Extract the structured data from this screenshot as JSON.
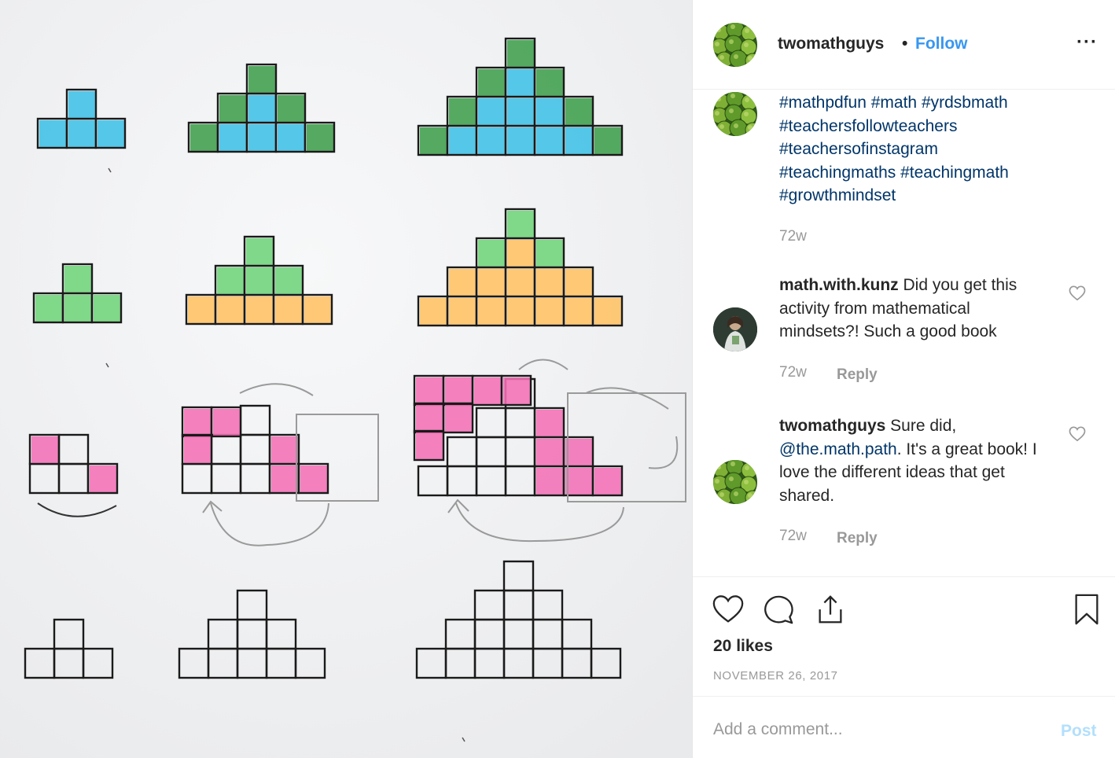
{
  "photo": {
    "description_icon": "worksheet-photo",
    "colors": {
      "blue": "#3fc0e6",
      "green": "#3f9e4c",
      "light_green": "#6fd47a",
      "orange": "#ffc163",
      "pink": "#f46fb6",
      "paper": "#f2f3f5",
      "ink": "#1a1a1a",
      "pencil": "#8f8f8f"
    }
  },
  "header": {
    "username": "twomathguys",
    "separator": "•",
    "follow_label": "Follow",
    "more_icon": "more-options-icon",
    "more_label": "···"
  },
  "caption": {
    "hashtags": [
      "#mathpdfun #math #yrdsbmath",
      "#teachersfollowteachers",
      "#teachersofinstagram",
      "#teachingmaths #teachingmath",
      "#growthmindset"
    ],
    "time": "72w"
  },
  "comments": [
    {
      "username": "math.with.kunz",
      "text": " Did you get this activity from mathematical mindsets?! Such a good book",
      "time": "72w",
      "reply_label": "Reply"
    },
    {
      "username": "twomathguys",
      "text_before": " Sure did, ",
      "mention": "@the.math.path",
      "text_after": ". It's a great book! I love the different ideas that get shared.",
      "time": "72w",
      "reply_label": "Reply"
    }
  ],
  "actions": {
    "like_icon": "heart-icon",
    "comment_icon": "comment-icon",
    "share_icon": "share-icon",
    "save_icon": "bookmark-icon"
  },
  "likes": "20 likes",
  "date": "NOVEMBER 26, 2017",
  "add_comment": {
    "placeholder": "Add a comment...",
    "post_label": "Post"
  }
}
